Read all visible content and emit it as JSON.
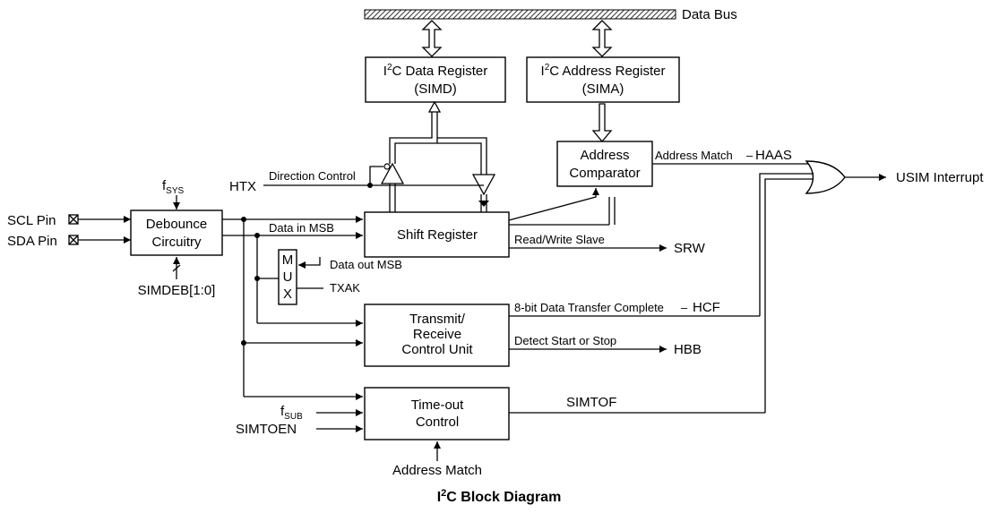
{
  "title": {
    "prefix": "I",
    "sup": "2",
    "rest": "C Block Diagram"
  },
  "bus": {
    "label": "Data Bus"
  },
  "blocks": {
    "data_register": {
      "l1_prefix": "I",
      "l1_sup": "2",
      "l1_rest": "C Data Register",
      "l2": "(SIMD)"
    },
    "address_register": {
      "l1_prefix": "I",
      "l1_sup": "2",
      "l1_rest": "C Address Register",
      "l2": "(SIMA)"
    },
    "address_comparator": {
      "l1": "Address",
      "l2": "Comparator"
    },
    "debounce": {
      "l1": "Debounce",
      "l2": "Circuitry"
    },
    "shift_register": {
      "l1": "Shift Register"
    },
    "mux": {
      "m": "M",
      "u": "U",
      "x": "X"
    },
    "transmit_receive": {
      "l1": "Transmit/",
      "l2": "Receive",
      "l3": "Control Unit"
    },
    "timeout": {
      "l1": "Time-out",
      "l2": "Control"
    }
  },
  "inputs": {
    "fsys": {
      "main": "f",
      "sub": "SYS"
    },
    "htx": "HTX",
    "scl_pin": "SCL Pin",
    "sda_pin": "SDA Pin",
    "simdeb": "SIMDEB[1:0]",
    "fsub": {
      "main": "f",
      "sub": "SUB"
    },
    "simtoen": "SIMTOEN",
    "txak": "TXAK",
    "address_match_bottom": "Address Match"
  },
  "signals": {
    "direction_control": "Direction Control",
    "data_in_msb": "Data in MSB",
    "data_out_msb": "Data out MSB",
    "address_match": "Address Match",
    "read_write_slave": "Read/Write Slave",
    "transfer_complete": "8-bit Data Transfer Complete",
    "detect_start_stop": "Detect Start or Stop",
    "simtof": "SIMTOF",
    "dash1": "–",
    "dash2": "–"
  },
  "outputs": {
    "haas": "HAAS",
    "usim_interrupt": "USIM Interrupt",
    "srw": "SRW",
    "hcf": "HCF",
    "hbb": "HBB"
  }
}
